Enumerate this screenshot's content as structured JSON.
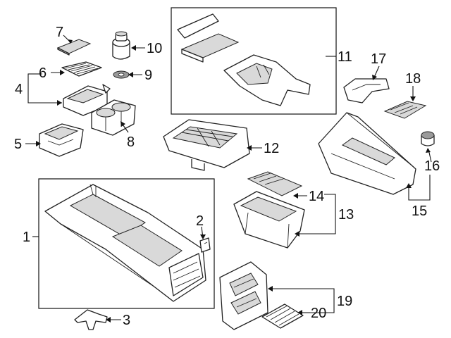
{
  "diagram": {
    "callouts": [
      "1",
      "2",
      "3",
      "4",
      "5",
      "6",
      "7",
      "8",
      "9",
      "10",
      "11",
      "12",
      "13",
      "14",
      "15",
      "16",
      "17",
      "18",
      "19",
      "20"
    ]
  },
  "colors": {
    "line": "#222222",
    "shade": "#d9d9d9",
    "background": "#ffffff"
  }
}
